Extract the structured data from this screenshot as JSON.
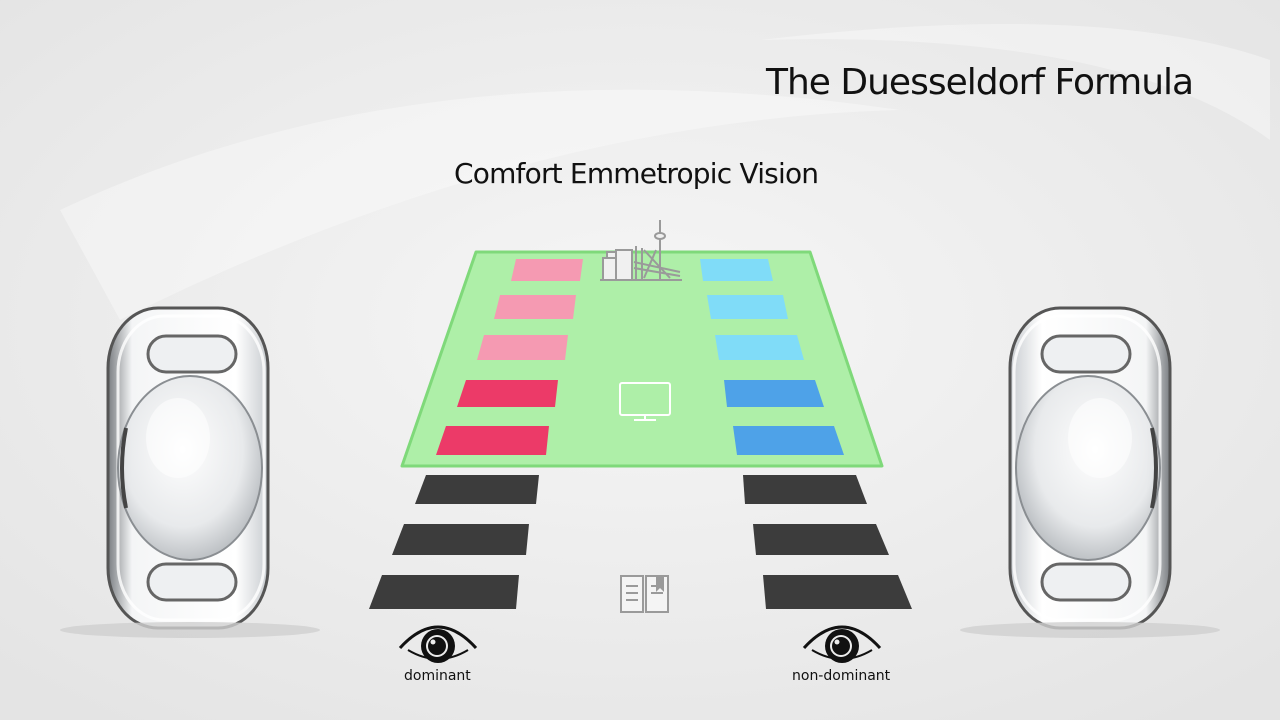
{
  "title": "The Duesseldorf Formula",
  "subtitle": "Comfort Emmetropic Vision",
  "eyes": {
    "left_label": "dominant",
    "right_label": "non-dominant"
  },
  "colors": {
    "background": "#ececec",
    "green_plane": "#aeefa8",
    "green_plane_border": "#7fd97a",
    "pink_light": "#f59ab2",
    "pink_dark": "#ec3a68",
    "blue_light": "#80dcf8",
    "blue_dark": "#4ea2e8",
    "near_bar": "#3c3c3c",
    "icon_gray": "#9a9a9a"
  },
  "icons": {
    "far": "city-skyline-icon",
    "intermediate": "monitor-icon",
    "near": "open-book-icon",
    "eye": "eye-icon"
  }
}
